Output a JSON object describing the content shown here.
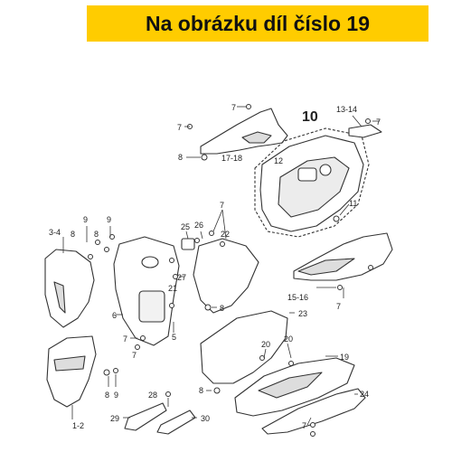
{
  "banner": {
    "text": "Na obrázku díl číslo 19"
  },
  "colors": {
    "banner_bg": "#ffcc00",
    "line": "#333333",
    "fill": "#ffffff"
  },
  "labels": {
    "l_7_top": "7",
    "l_8_top": "8",
    "l_17_18": "17-18",
    "l_10": "10",
    "l_13_14": "13-14",
    "l_7_13": "7",
    "l_12": "12",
    "l_11": "11",
    "l_15_16": "15-16",
    "l_7_right": "7",
    "l_3_4": "3-4",
    "l_9_a": "9",
    "l_9_b": "9",
    "l_8_a": "8",
    "l_8_b": "8",
    "l_25": "25",
    "l_26": "26",
    "l_7_mid": "7",
    "l_22": "22",
    "l_27": "27",
    "l_21": "21",
    "l_6": "6",
    "l_8_mid": "8",
    "l_5": "5",
    "l_7_left": "7",
    "l_7_left2": "7",
    "l_23": "23",
    "l_20_a": "20",
    "l_20_b": "20",
    "l_19": "19",
    "l_28": "28",
    "l_8_bl": "8",
    "l_9_bl": "9",
    "l_8_bot": "8",
    "l_29": "29",
    "l_30": "30",
    "l_1_2": "1-2",
    "l_24": "24",
    "l_7_bot": "7"
  }
}
